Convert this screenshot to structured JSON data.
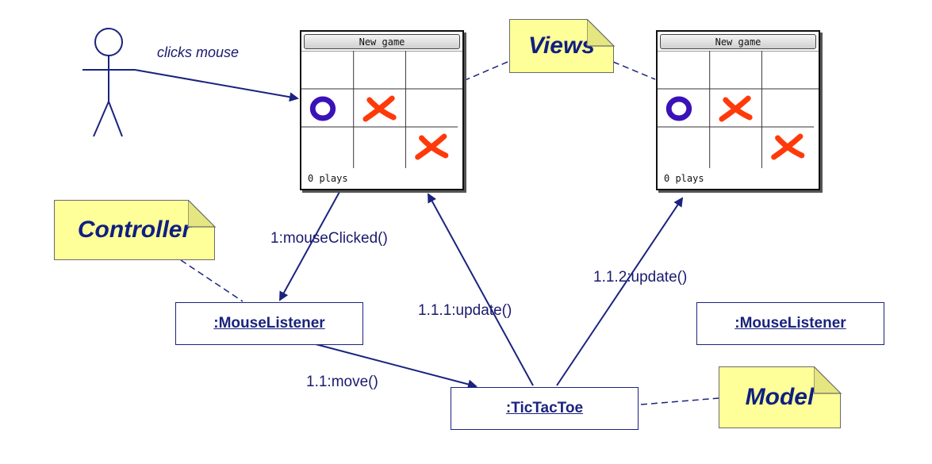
{
  "notes": {
    "views": "Views",
    "controller": "Controller",
    "model": "Model"
  },
  "objects": {
    "mouse_listener_left": ":MouseListener",
    "mouse_listener_right": ":MouseListener",
    "tictactoe": ":TicTacToe"
  },
  "messages": {
    "clicks_mouse": "clicks mouse",
    "mouse_clicked": "1:mouseClicked()",
    "move": "1.1:move()",
    "update_1": "1.1.1:update()",
    "update_2": "1.1.2:update()"
  },
  "windows": {
    "left": {
      "button": "New game",
      "status": "0 plays",
      "board": [
        "",
        "",
        "",
        "O",
        "X",
        "",
        "",
        "",
        "X"
      ]
    },
    "right": {
      "button": "New game",
      "status": "0 plays",
      "board": [
        "",
        "",
        "",
        "O",
        "X",
        "",
        "",
        "",
        "X"
      ]
    }
  },
  "colors": {
    "line": "#1a237e",
    "note_fill": "#ffff99",
    "o_mark": "#3a12b8",
    "x_mark": "#ff3a0a"
  }
}
